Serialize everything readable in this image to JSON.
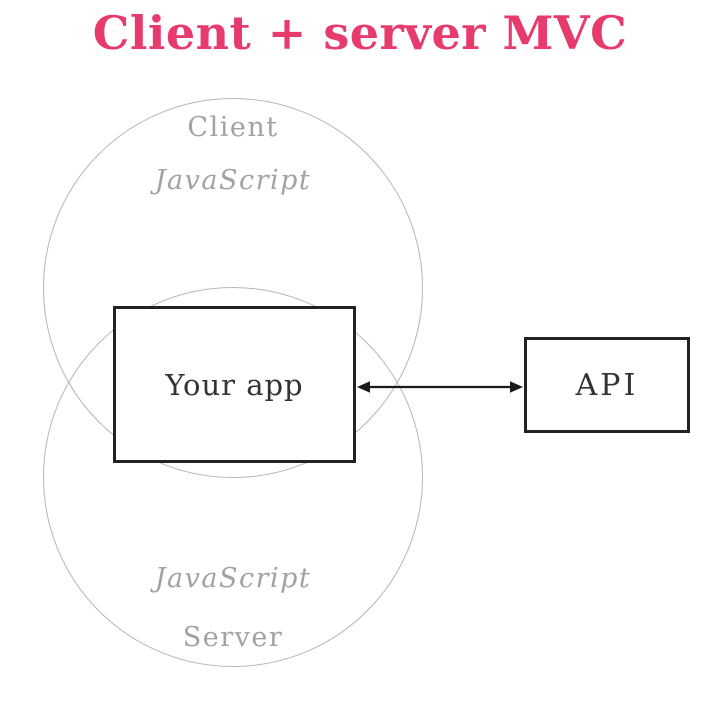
{
  "title": "Client + server MVC",
  "diagram": {
    "client_circle": {
      "label": "Client",
      "language": "JavaScript"
    },
    "server_circle": {
      "label": "Server",
      "language": "JavaScript"
    },
    "app_box": {
      "label": "Your app"
    },
    "api_box": {
      "label": "API"
    },
    "arrow": {
      "type": "double-headed",
      "connects": "Your app ↔ API"
    }
  },
  "colors": {
    "title_accent": "#e73a6e",
    "circle_stroke": "#b6b6b6",
    "muted_label": "#a2a2a2",
    "box_border": "#222222",
    "box_text": "#333333",
    "arrow": "#1a1a1a",
    "background": "#ffffff"
  }
}
